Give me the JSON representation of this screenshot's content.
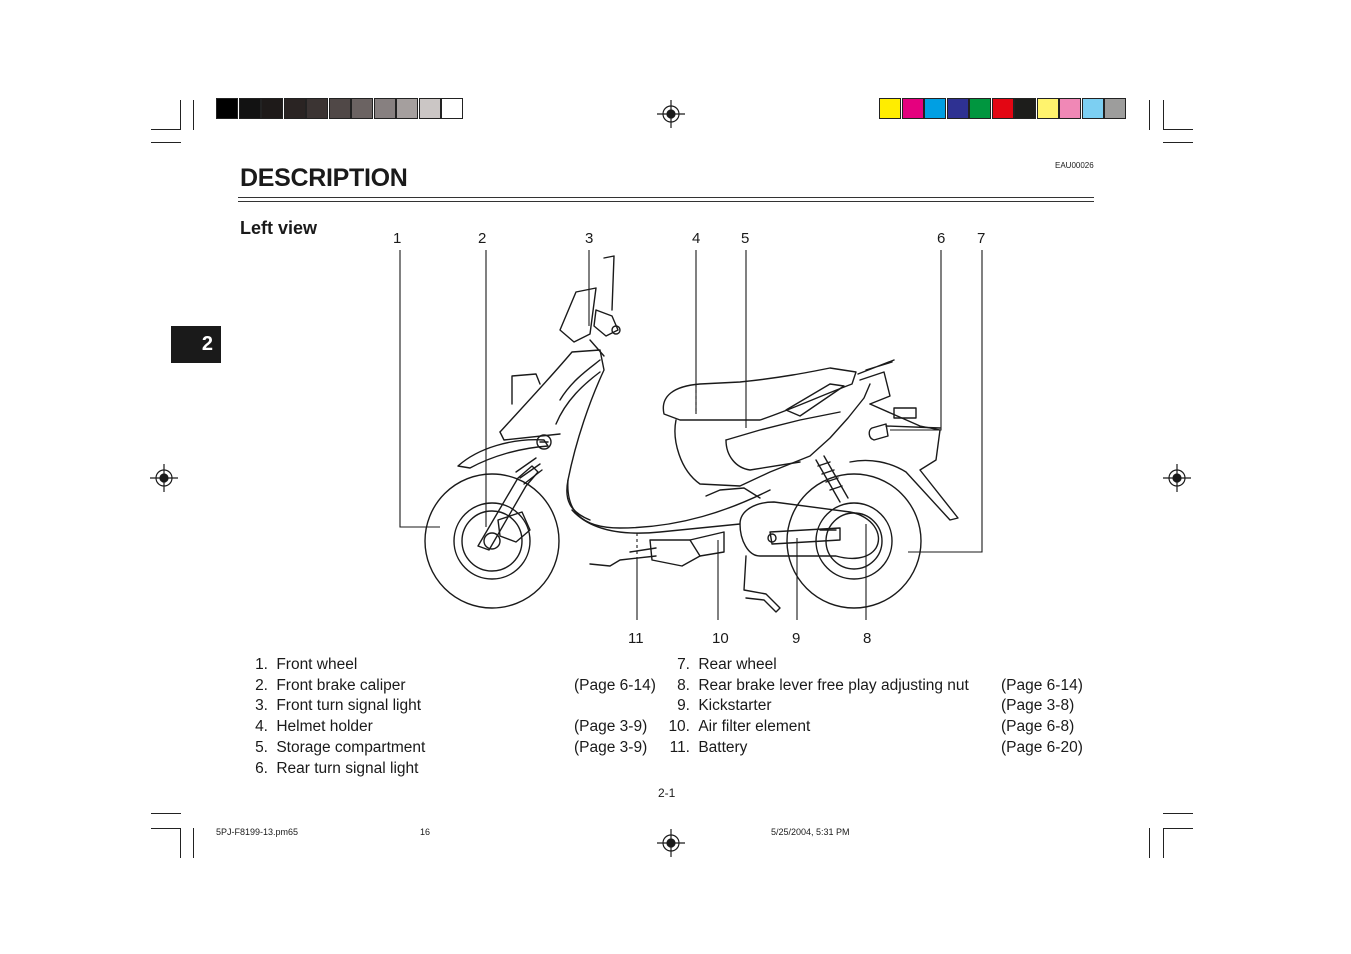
{
  "header": {
    "title": "DESCRIPTION",
    "code": "EAU00026",
    "section_tab": "2"
  },
  "view": {
    "title": "Left view"
  },
  "callouts": [
    "1",
    "2",
    "3",
    "4",
    "5",
    "6",
    "7",
    "11",
    "10",
    "9",
    "8"
  ],
  "legend": [
    {
      "num": "1.",
      "label": "Front wheel",
      "page": ""
    },
    {
      "num": "2.",
      "label": "Front brake caliper",
      "page": "(Page 6-14)"
    },
    {
      "num": "3.",
      "label": "Front turn signal light",
      "page": ""
    },
    {
      "num": "4.",
      "label": "Helmet holder",
      "page": "(Page 3-9)"
    },
    {
      "num": "5.",
      "label": "Storage compartment",
      "page": "(Page 3-9)"
    },
    {
      "num": "6.",
      "label": "Rear turn signal light",
      "page": ""
    },
    {
      "num": "7.",
      "label": "Rear wheel",
      "page": ""
    },
    {
      "num": "8.",
      "label": "Rear brake lever free play adjusting nut",
      "page": "(Page 6-14)"
    },
    {
      "num": "9.",
      "label": "Kickstarter",
      "page": "(Page 3-8)"
    },
    {
      "num": "10.",
      "label": "Air filter element",
      "page": "(Page 6-8)"
    },
    {
      "num": "11.",
      "label": "Battery",
      "page": "(Page 6-20)"
    }
  ],
  "page_number": "2-1",
  "footer": {
    "file": "5PJ-F8199-13.pm65",
    "page": "16",
    "datetime": "5/25/2004, 5:31 PM"
  },
  "color_bars": {
    "gray": [
      "#000000",
      "#121212",
      "#1e1a19",
      "#2a2423",
      "#3b3433",
      "#504847",
      "#6b6362",
      "#878080",
      "#a59f9e",
      "#cbc6c5",
      "#ffffff"
    ],
    "process": [
      "#ffed00",
      "#e5007e",
      "#009fe3",
      "#2e3192",
      "#00963f",
      "#e30613",
      "#1d1d1b",
      "#fff36d",
      "#f088b6",
      "#7ccff2",
      "#9d9d9c"
    ]
  }
}
